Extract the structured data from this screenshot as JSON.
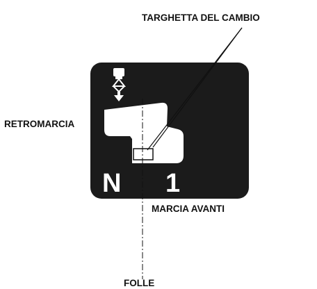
{
  "labels": {
    "shift_plate": "TARGHETTA DEL CAMBIO",
    "reverse": "RETROMARCIA",
    "forward": "MARCIA AVANTI",
    "neutral": "FOLLE"
  },
  "plate": {
    "neutral_mark": "N",
    "first_mark": "1"
  },
  "colors": {
    "plate": "#1b1b1b",
    "gate": "#ffffff",
    "ink": "#111111"
  },
  "icons": {
    "tractor_hitch": "hydraulic-lift-icon"
  }
}
